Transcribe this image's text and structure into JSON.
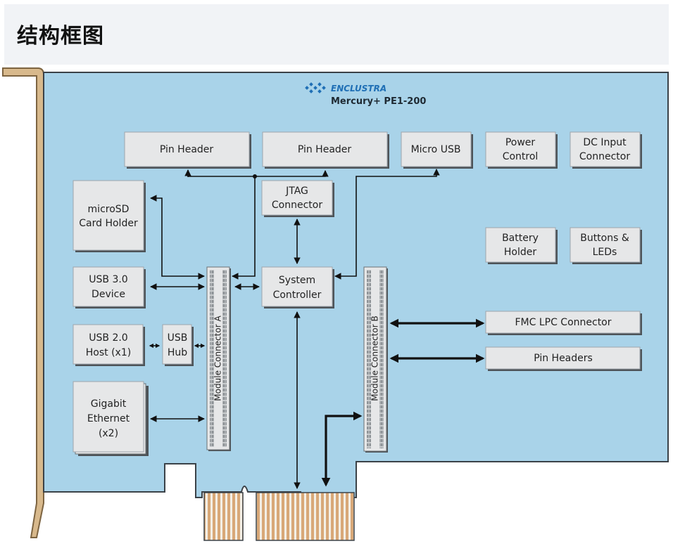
{
  "page": {
    "title": "结构框图"
  },
  "board": {
    "brand": "ENCLUSTRA",
    "product": "Mercury+ PE1-200",
    "colors": {
      "board": "#a9d3e9",
      "bracket": "#d8b98c",
      "block": "#e6e7e8"
    }
  },
  "blocks": {
    "pin_header_1": [
      "Pin Header"
    ],
    "pin_header_2": [
      "Pin Header"
    ],
    "micro_usb": [
      "Micro USB"
    ],
    "power_control": [
      "Power",
      "Control"
    ],
    "dc_input": [
      "DC Input",
      "Connector"
    ],
    "microsd": [
      "microSD",
      "Card Holder"
    ],
    "jtag": [
      "JTAG",
      "Connector"
    ],
    "battery": [
      "Battery",
      "Holder"
    ],
    "buttons_leds": [
      "Buttons &",
      "LEDs"
    ],
    "usb3": [
      "USB 3.0",
      "Device"
    ],
    "system_controller": [
      "System",
      "Controller"
    ],
    "usb2": [
      "USB 2.0",
      "Host (x1)"
    ],
    "usb_hub": [
      "USB",
      "Hub"
    ],
    "fmc": [
      "FMC LPC Connector"
    ],
    "pin_headers": [
      "Pin Headers"
    ],
    "gigabit": [
      "Gigabit",
      "Ethernet",
      "(x2)"
    ]
  },
  "connectors": {
    "module_a": "Module Connector A",
    "module_b": "Module Connector B"
  }
}
